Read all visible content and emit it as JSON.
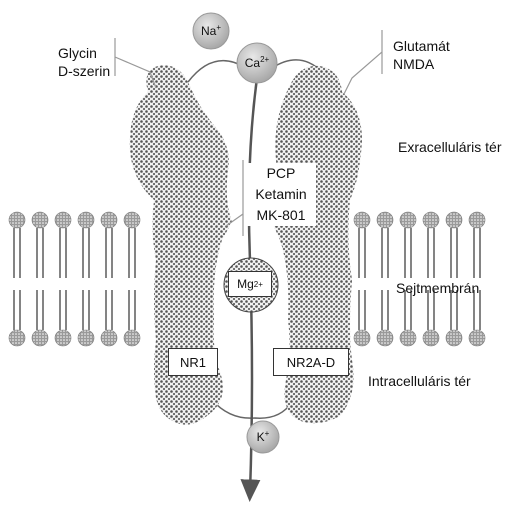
{
  "ions": {
    "na": {
      "symbol": "Na",
      "charge": "+"
    },
    "ca": {
      "symbol": "Ca",
      "charge": "2+"
    },
    "mg": {
      "symbol": "Mg",
      "charge": "2+"
    },
    "k": {
      "symbol": "K",
      "charge": "+"
    }
  },
  "labels": {
    "glycine_site": [
      "Glycin",
      "D-szerin"
    ],
    "glutamate_site": [
      "Glutamát",
      "NMDA"
    ],
    "channel_blockers": [
      "PCP",
      "Ketamin",
      "MK-801"
    ],
    "extracellular": "Exracelluláris tér",
    "membrane": "Sejtmembrán",
    "intracellular": "Intracelluláris tér"
  },
  "subunits": {
    "left": "NR1",
    "right": "NR2A-D"
  },
  "colors": {
    "protein_dots": "#555555",
    "ion_fill": "#c8c8c8",
    "membrane_head": "#9a9a9a",
    "arrow": "#555555"
  }
}
